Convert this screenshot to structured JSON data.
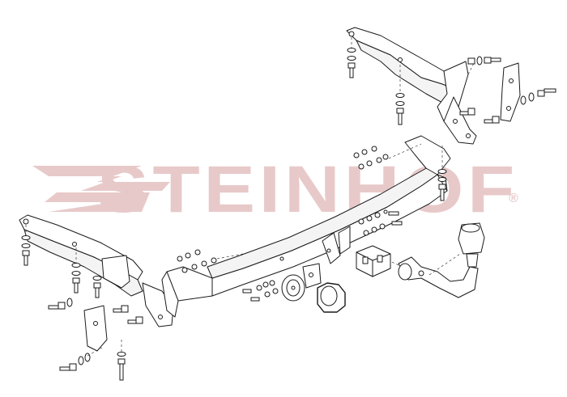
{
  "watermark": {
    "brand": "STEINHOF",
    "registered": "®",
    "color": "#e8c9c9",
    "accent_color": "#dfb3b3"
  },
  "drawing": {
    "line_color": "#1a1a1a",
    "fill_color": "#ffffff",
    "parts": [
      "right-side-bracket",
      "left-side-bracket",
      "main-crossbar",
      "tow-ball-neck",
      "tow-ball",
      "socket-plate",
      "electrical-socket",
      "socket-cover-cap",
      "towball-mounting-block",
      "bolts",
      "nuts",
      "washers"
    ]
  }
}
